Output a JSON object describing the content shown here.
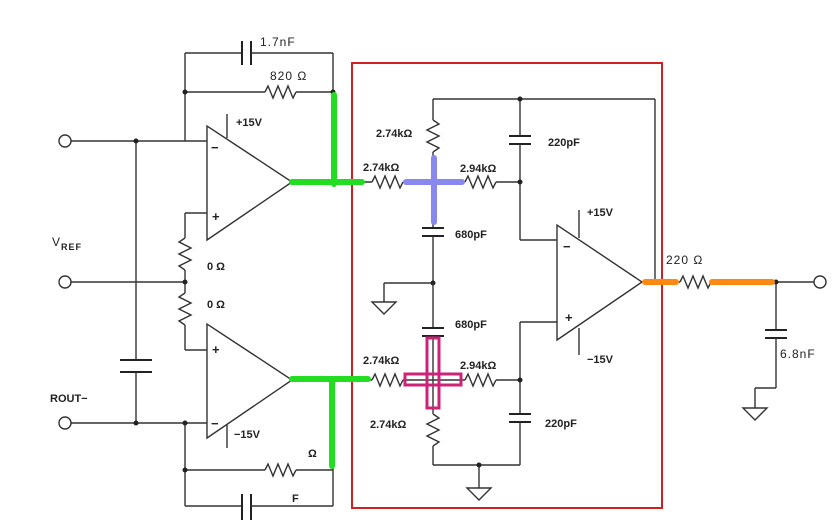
{
  "inputs": {
    "vref_main": "V",
    "vref_sub": "REF",
    "rout": "ROUT−"
  },
  "feedback_top": {
    "cap": "1.7nF",
    "res": "820 Ω"
  },
  "feedback_bottom": {
    "cap": "F",
    "res": "Ω"
  },
  "gain_resistors": {
    "upper": "0 Ω",
    "lower": "0 Ω"
  },
  "opamp_top": {
    "supply_pos": "+15V",
    "minus_sign": "−",
    "plus_sign": "+"
  },
  "opamp_bottom": {
    "supply_neg": "−15V",
    "minus_sign": "−",
    "plus_sign": "+"
  },
  "filter": {
    "r_top_vertical": "2.74kΩ",
    "r_top_input": "2.74kΩ",
    "r_top_series": "2.94kΩ",
    "c_top_feedback": "220pF",
    "c_top_shunt": "680pF",
    "c_bottom_shunt": "680pF",
    "r_bottom_input": "2.74kΩ",
    "r_bottom_series": "2.94kΩ",
    "r_bottom_vertical": "2.74kΩ",
    "c_bottom_feedback": "220pF"
  },
  "opamp_filter": {
    "supply_pos": "+15V",
    "supply_neg": "−15V",
    "minus_sign": "−",
    "plus_sign": "+"
  },
  "output": {
    "res": "220 Ω",
    "cap": "6.8nF"
  },
  "colors": {
    "filter_box": "#cc2222",
    "highlight_green": "#22dd22",
    "highlight_blue": "#8888ee",
    "highlight_magenta": "#cc2277",
    "highlight_orange": "#ff8811"
  }
}
